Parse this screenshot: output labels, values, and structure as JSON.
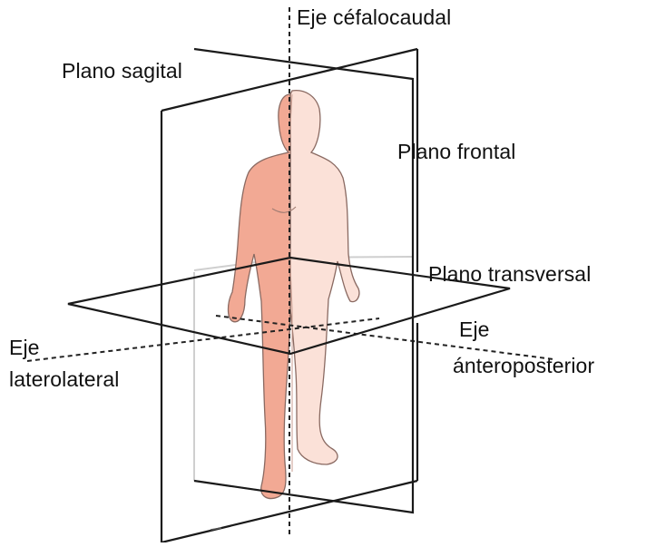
{
  "labels": {
    "cephalocaudal_axis": "Eje céfalocaudal",
    "sagittal_plane": "Plano sagital",
    "frontal_plane": "Plano frontal",
    "transverse_plane": "Plano transversal",
    "ap_axis_line1": "Eje",
    "ap_axis_line2": "ánteroposterior",
    "lateral_axis_line1": "Eje",
    "lateral_axis_line2": "laterolateral"
  },
  "colors": {
    "plane_line": "#1a1a1a",
    "hidden_line": "#c8c8c8",
    "body_fill_front": "#f2a994",
    "body_fill_back": "#fbe1d8",
    "body_outline": "#8a6a62"
  }
}
